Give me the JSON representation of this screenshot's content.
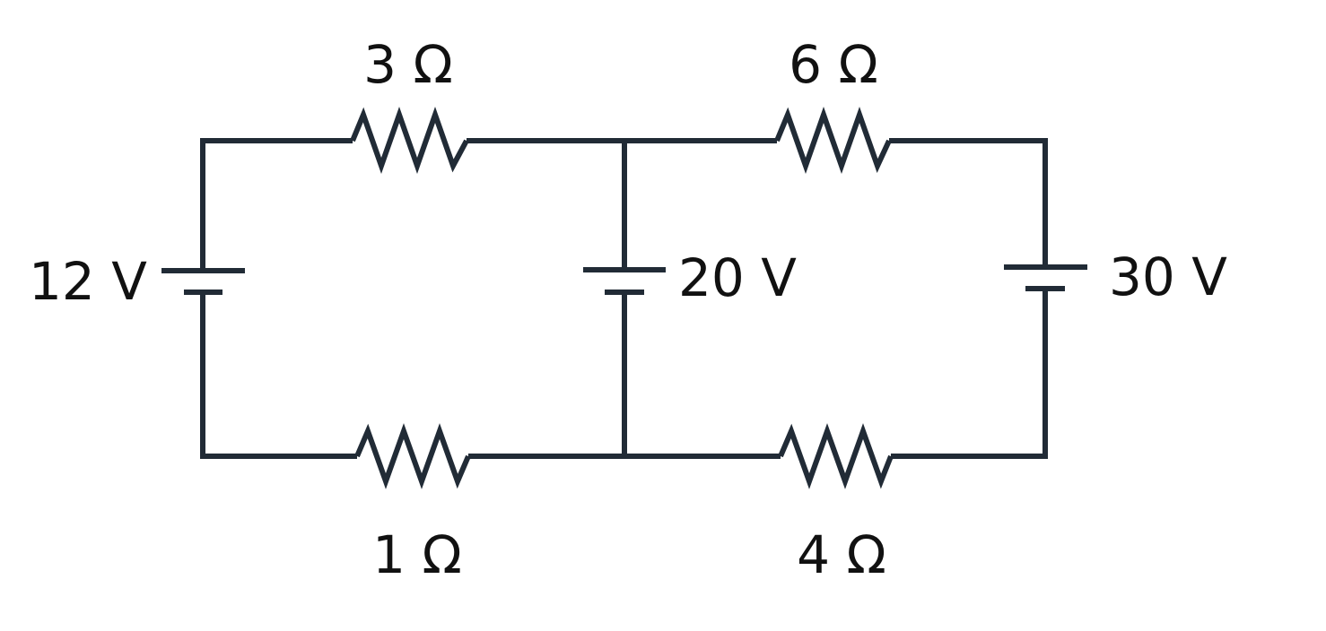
{
  "resistors": {
    "top_left": "3 Ω",
    "top_right": "6 Ω",
    "bottom_left": "1 Ω",
    "bottom_right": "4 Ω"
  },
  "batteries": {
    "left": "12 V",
    "middle": "20 V",
    "right": "30 V"
  },
  "colors": {
    "wire": "#212b36",
    "text": "#111111",
    "background": "#ffffff"
  }
}
